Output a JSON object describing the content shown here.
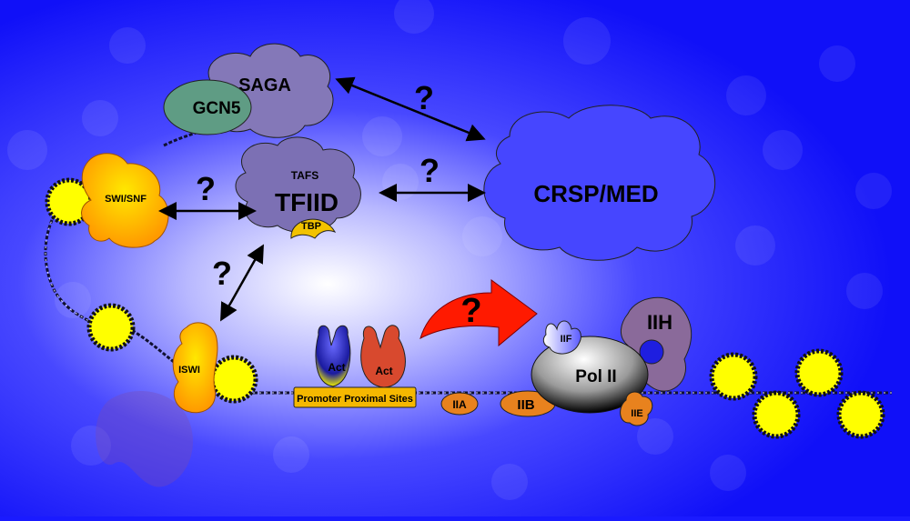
{
  "labels": {
    "saga": "SAGA",
    "gcn5": "GCN5",
    "tafs": "TAFS",
    "tfiid": "TFIID",
    "tbp": "TBP",
    "crsp": "CRSP/MED",
    "swisnf": "SWI/SNF",
    "iswi": "ISWI",
    "act1": "Act",
    "act2": "Act",
    "promoter": "Promoter Proximal Sites",
    "iia": "IIA",
    "iib": "IIB",
    "iif": "IIF",
    "pol2": "Pol II",
    "iih": "IIH",
    "iie": "IIE",
    "q1": "?",
    "q2": "?",
    "q3": "?",
    "q4": "?",
    "q5": "?"
  },
  "colors": {
    "background_center": "#ffffff",
    "background_edge": "#1414ff",
    "nucleosome": "#ffff00",
    "saga": "#8478b8",
    "gcn5": "#5f9c84",
    "tfiid": "#7c70b4",
    "tbp": "#f2c200",
    "crsp": "#4646ff",
    "remodeler": "#ffb300",
    "act_blue": "#2020c0",
    "act_red": "#d8492e",
    "promoter": "#f5b800",
    "gtf_orange": "#e8821e",
    "pol2": "#bdbdbd",
    "iih": "#8a6a9a",
    "iif": "#7a7aff",
    "red_arrow": "#ff1a00"
  }
}
